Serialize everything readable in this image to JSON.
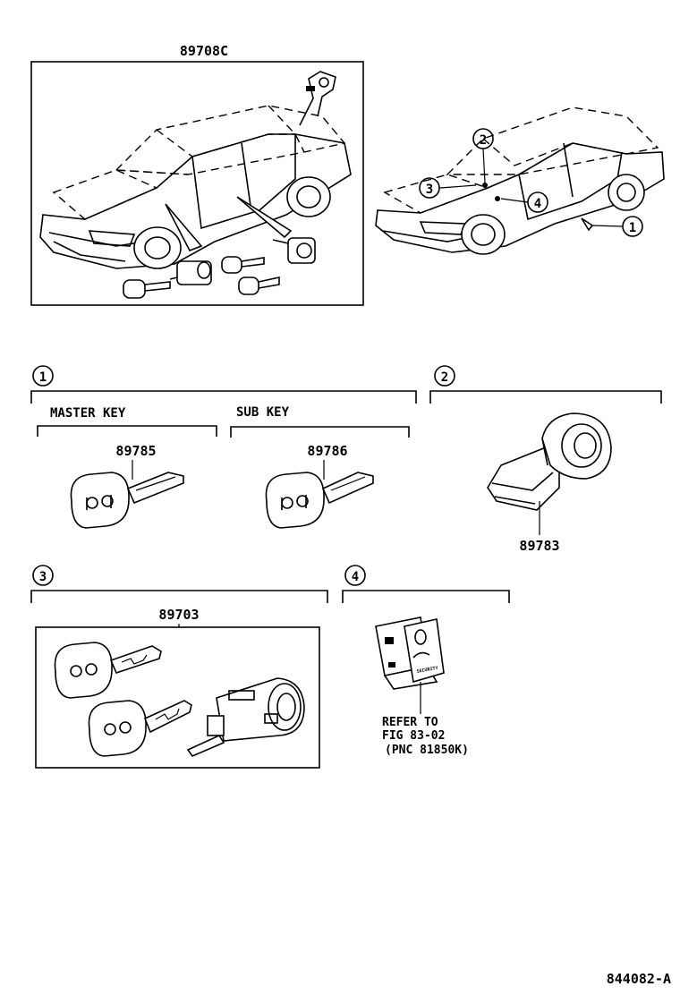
{
  "labels": {
    "kit_part": "89708C",
    "callout_1": "1",
    "callout_2": "2",
    "callout_3": "3",
    "callout_4": "4",
    "master_key": "MASTER KEY",
    "sub_key": "SUB KEY",
    "master_key_part": "89785",
    "sub_key_part": "89786",
    "transponder_part": "89783",
    "cylinder_set_part": "89703",
    "refer_line1": "REFER TO",
    "refer_line2": "FIG 83-02",
    "refer_line3": "(PNC 81850K)",
    "indicator_text": "SECURITY",
    "figure_id": "844082-A"
  }
}
